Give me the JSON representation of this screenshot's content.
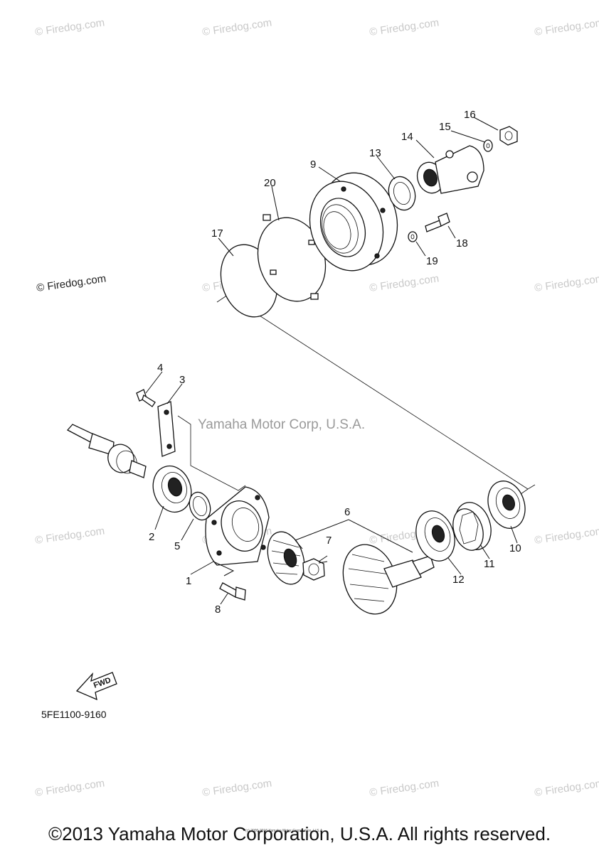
{
  "watermark": "© Firedog.com",
  "center_watermark": "Yamaha Motor Corp, U.S.A.",
  "part_code": "5FE1100-9160",
  "fwd_label": "FWD",
  "tiny_notice": "(c) 2000-2016 Yamaha Motor Corporation, U.S.A.",
  "copyright": "©2013 Yamaha Motor Corporation, U.S.A. All rights reserved.",
  "callouts": {
    "c1": "1",
    "c2": "2",
    "c3": "3",
    "c4": "4",
    "c5": "5",
    "c6": "6",
    "c7": "7",
    "c8": "8",
    "c9": "9",
    "c10": "10",
    "c11": "11",
    "c12": "12",
    "c13": "13",
    "c14": "14",
    "c15": "15",
    "c16": "16",
    "c17": "17",
    "c18": "18",
    "c19": "19",
    "c20": "20"
  }
}
